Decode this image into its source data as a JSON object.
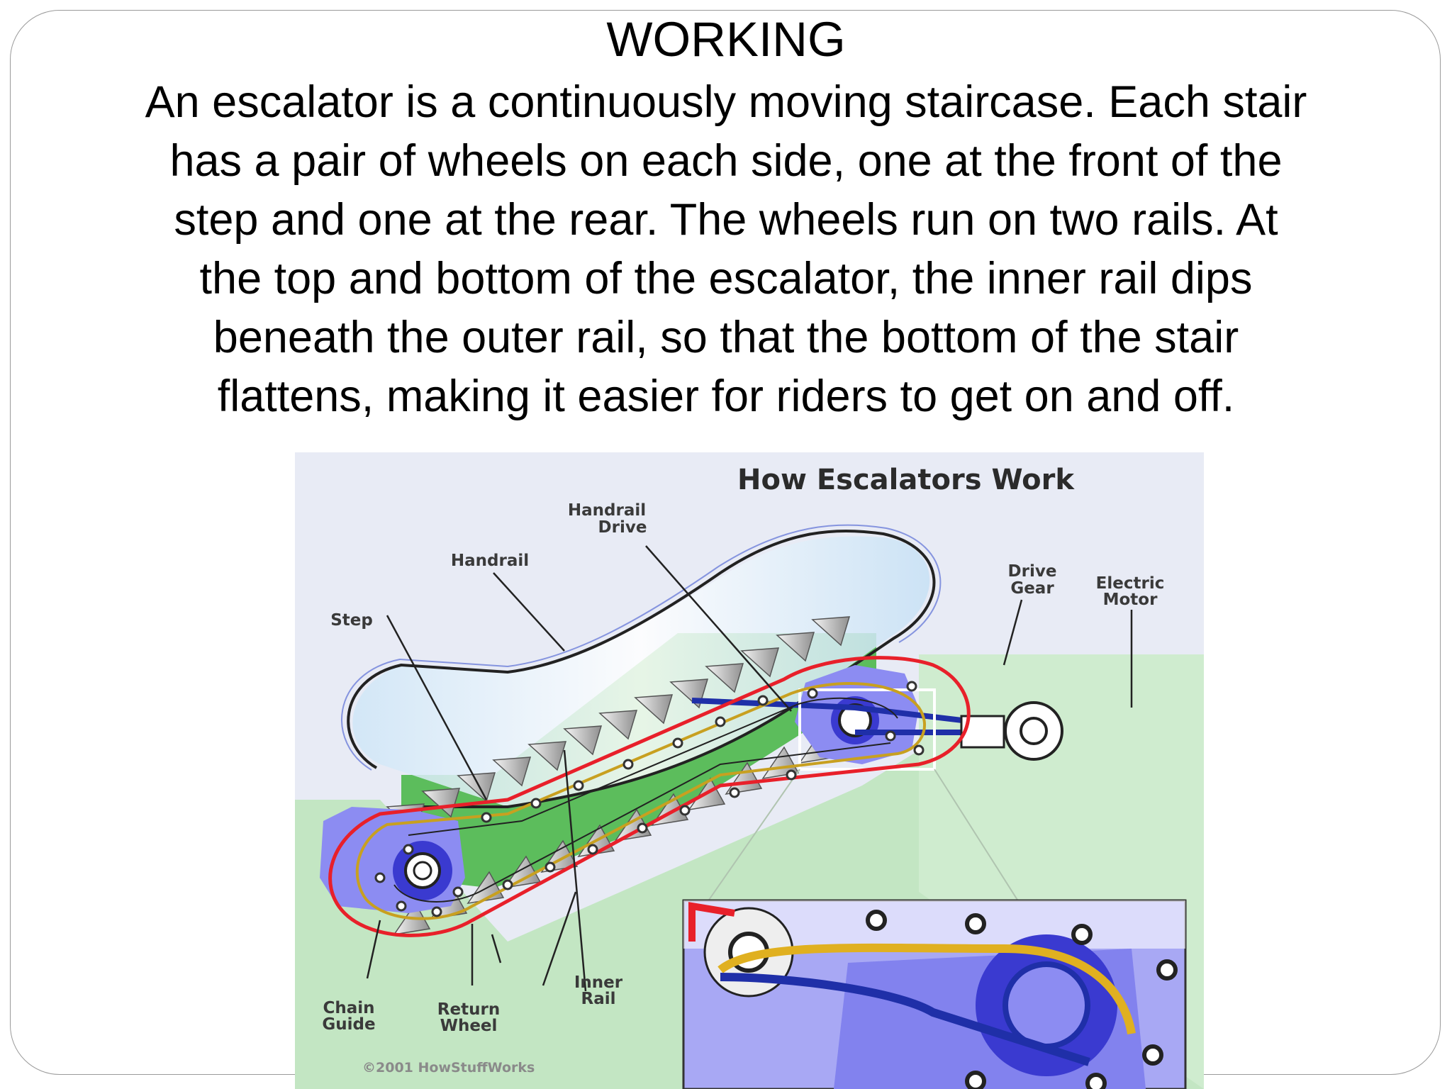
{
  "slide": {
    "title": "WORKING",
    "body_lines": [
      "An escalator is a continuously moving staircase. Each stair",
      "has a pair of wheels on each side, one at the front of the",
      "step and one at the rear. The wheels run on two rails. At",
      "the top and bottom of the escalator, the inner rail dips",
      "beneath the outer rail, so that the bottom of the stair",
      "flattens, making it easier for riders to get on and off."
    ]
  },
  "diagram": {
    "title": "How Escalators Work",
    "labels": {
      "handrail_drive_1": "Handrail",
      "handrail_drive_2": "Drive",
      "handrail": "Handrail",
      "drive_gear_1": "Drive",
      "drive_gear_2": "Gear",
      "electric_motor_1": "Electric",
      "electric_motor_2": "Motor",
      "step": "Step",
      "chain_guide_1": "Chain",
      "chain_guide_2": "Guide",
      "return_wheel_1": "Return",
      "return_wheel_2": "Wheel",
      "inner_rail_1": "Inner",
      "inner_rail_2": "Rail"
    },
    "copyright": "©2001 HowStuffWorks",
    "colors": {
      "background": "#e6eaf5",
      "floor": "#c2e5c2",
      "truss": "#5cbd5c",
      "gear": "#8c8cf0",
      "chain": "#e8202a",
      "rail": "#c8a020",
      "inner_link": "#1f2fa8"
    }
  }
}
